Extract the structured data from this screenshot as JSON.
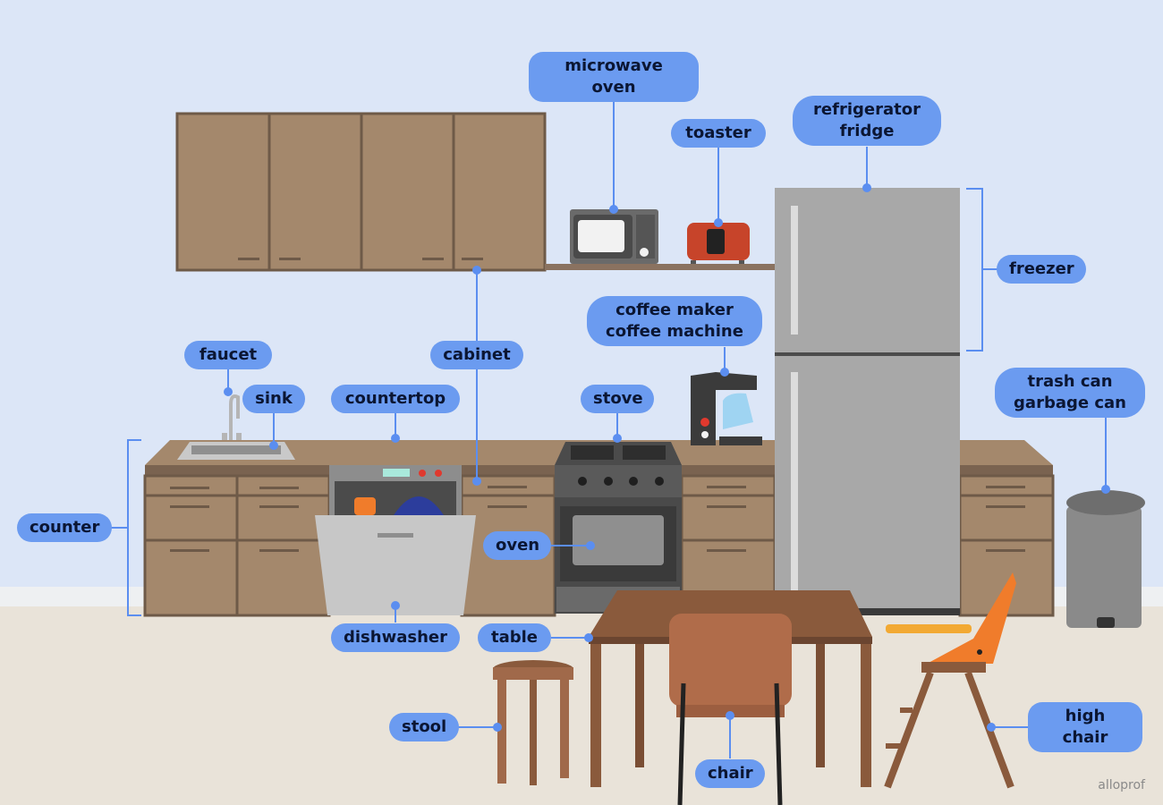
{
  "labels": {
    "microwave": "microwave oven",
    "toaster": "toaster",
    "fridge": "refrigerator\nfridge",
    "freezer": "freezer",
    "coffee": "coffee maker\ncoffee machine",
    "trash": "trash can\ngarbage can",
    "faucet": "faucet",
    "sink": "sink",
    "countertop": "countertop",
    "cabinet": "cabinet",
    "stove": "stove",
    "counter": "counter",
    "oven": "oven",
    "dishwasher": "dishwasher",
    "table": "table",
    "stool": "stool",
    "chair": "chair",
    "highchair": "high chair"
  },
  "brand": "alloprof",
  "colors": {
    "wall": "#dce6f7",
    "floor": "#e9e3d9",
    "wood": "#a4886c",
    "label_bg": "#6b9bf0",
    "leader": "#5b8ef0",
    "steel": "#a8a8a8"
  }
}
